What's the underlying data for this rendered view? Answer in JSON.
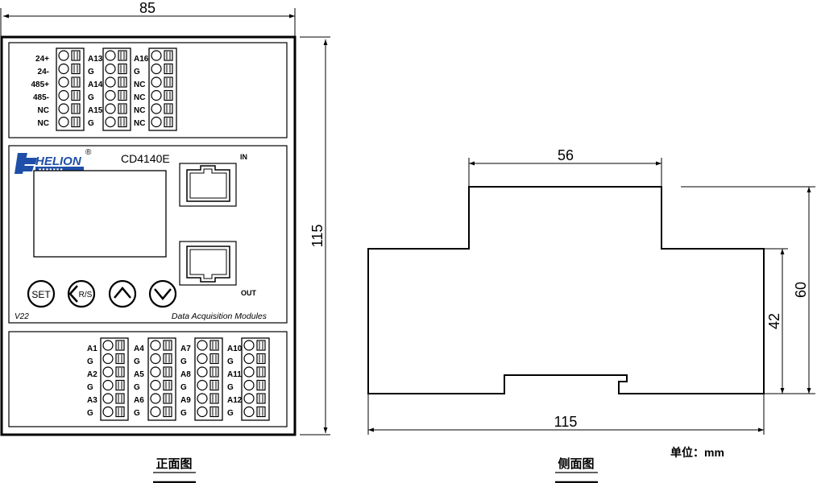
{
  "front_view": {
    "dim_width": "85",
    "dim_height": "115",
    "top_terminals": {
      "col1": [
        "24+",
        "24-",
        "485+",
        "485-",
        "NC",
        "NC"
      ],
      "col2": [
        "A13",
        "G",
        "A14",
        "G",
        "A15",
        "G"
      ],
      "col3": [
        "A16",
        "G",
        "NC",
        "NC",
        "NC",
        "NC"
      ]
    },
    "bottom_terminals": {
      "col1": [
        "A1",
        "G",
        "A2",
        "G",
        "A3",
        "G"
      ],
      "col2": [
        "A4",
        "G",
        "A5",
        "G",
        "A6",
        "G"
      ],
      "col3": [
        "A7",
        "G",
        "A8",
        "G",
        "A9",
        "G"
      ],
      "col4": [
        "A10",
        "G",
        "A11",
        "G",
        "A12",
        "G"
      ]
    },
    "brand": "HELION",
    "brand_sub": "■ ■ ■ ■ ■ ■ ■",
    "registered": "®",
    "model": "CD4140E",
    "port_in": "IN",
    "port_out": "OUT",
    "btn_set": "SET",
    "btn_rs": "R/S",
    "version": "V22",
    "subtitle": "Data Acquisition Modules",
    "caption": "正面图"
  },
  "side_view": {
    "dim_top": "56",
    "dim_width": "115",
    "dim_h_outer": "60",
    "dim_h_inner": "42",
    "caption": "侧面图"
  },
  "unit_note": "单位：mm"
}
